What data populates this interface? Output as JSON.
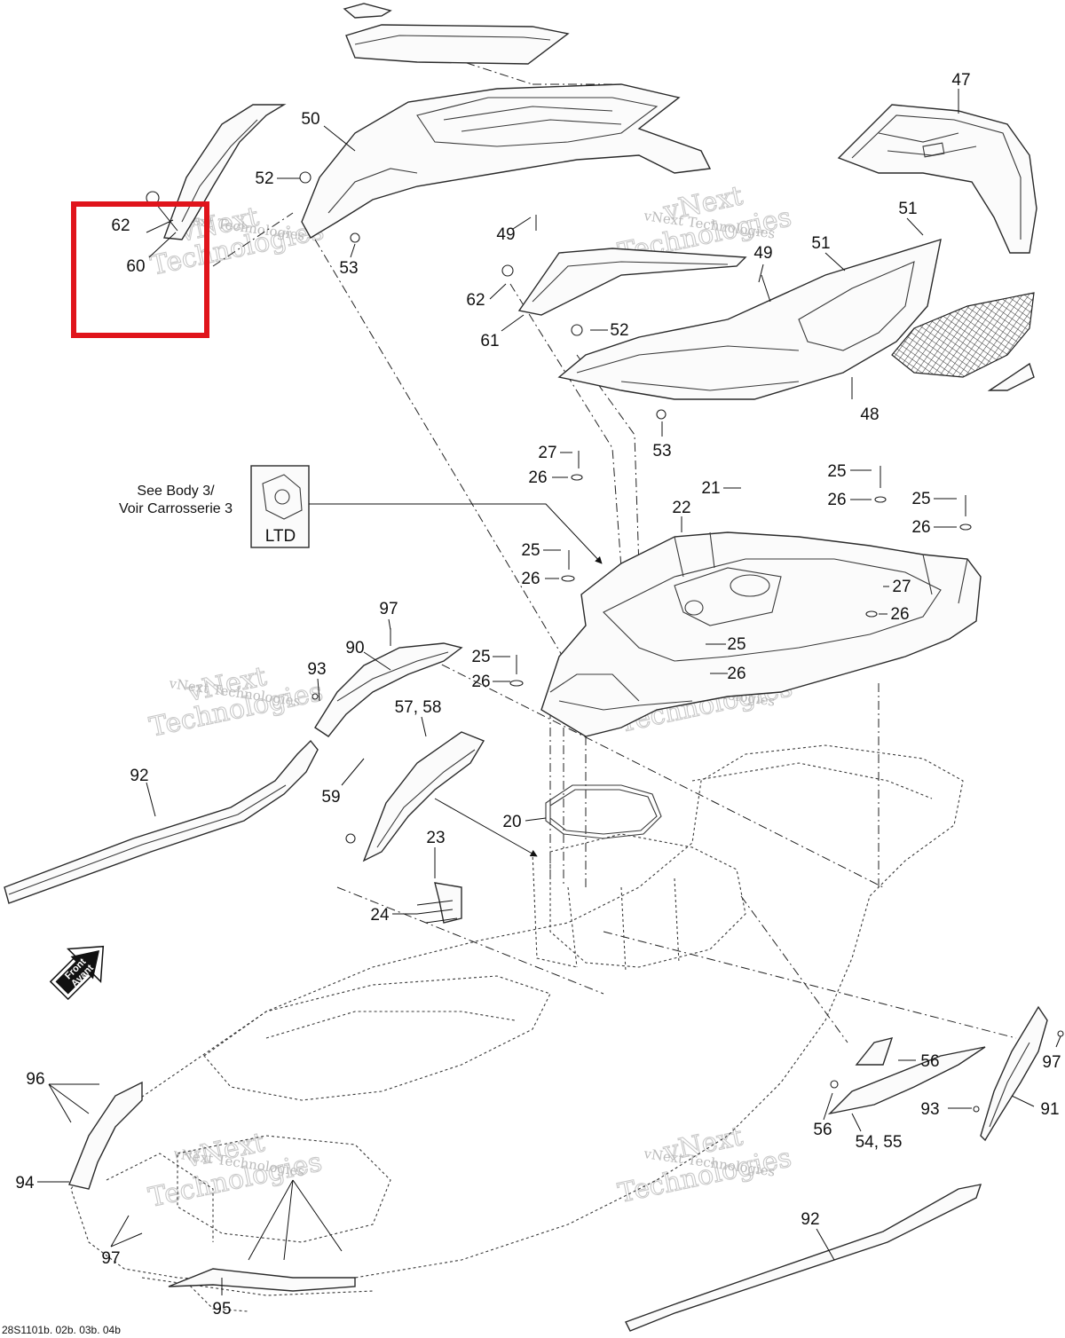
{
  "callouts": [
    {
      "id": "c47",
      "text": "47"
    },
    {
      "id": "c50",
      "text": "50"
    },
    {
      "id": "c52a",
      "text": "52"
    },
    {
      "id": "c62a",
      "text": "62"
    },
    {
      "id": "c60",
      "text": "60"
    },
    {
      "id": "c53a",
      "text": "53"
    },
    {
      "id": "c49a",
      "text": "49"
    },
    {
      "id": "c51a",
      "text": "51"
    },
    {
      "id": "c51b",
      "text": "51"
    },
    {
      "id": "c49b",
      "text": "49"
    },
    {
      "id": "c62b",
      "text": "62"
    },
    {
      "id": "c61",
      "text": "61"
    },
    {
      "id": "c52b",
      "text": "52"
    },
    {
      "id": "c48",
      "text": "48"
    },
    {
      "id": "c53b",
      "text": "53"
    },
    {
      "id": "c27a",
      "text": "27"
    },
    {
      "id": "c26a",
      "text": "26"
    },
    {
      "id": "c25a",
      "text": "25"
    },
    {
      "id": "c26b",
      "text": "26"
    },
    {
      "id": "c21",
      "text": "21"
    },
    {
      "id": "c22",
      "text": "22"
    },
    {
      "id": "c25b",
      "text": "25"
    },
    {
      "id": "c26c",
      "text": "26"
    },
    {
      "id": "c25c",
      "text": "25"
    },
    {
      "id": "c26d",
      "text": "26"
    },
    {
      "id": "c27b",
      "text": "27"
    },
    {
      "id": "c26e",
      "text": "26"
    },
    {
      "id": "c25d",
      "text": "25"
    },
    {
      "id": "c26f",
      "text": "26"
    },
    {
      "id": "c25e",
      "text": "25"
    },
    {
      "id": "c26g",
      "text": "26"
    },
    {
      "id": "c97a",
      "text": "97"
    },
    {
      "id": "c90",
      "text": "90"
    },
    {
      "id": "c93a",
      "text": "93"
    },
    {
      "id": "c57",
      "text": "57, 58"
    },
    {
      "id": "c92a",
      "text": "92"
    },
    {
      "id": "c59",
      "text": "59"
    },
    {
      "id": "c20",
      "text": "20"
    },
    {
      "id": "c23",
      "text": "23"
    },
    {
      "id": "c24",
      "text": "24"
    },
    {
      "id": "c96",
      "text": "96"
    },
    {
      "id": "c94",
      "text": "94"
    },
    {
      "id": "c97b",
      "text": "97"
    },
    {
      "id": "c95",
      "text": "95"
    },
    {
      "id": "c56a",
      "text": "56"
    },
    {
      "id": "c56b",
      "text": "56"
    },
    {
      "id": "c54",
      "text": "54, 55"
    },
    {
      "id": "c93b",
      "text": "93"
    },
    {
      "id": "c91",
      "text": "91"
    },
    {
      "id": "c97c",
      "text": "97"
    },
    {
      "id": "c92b",
      "text": "92"
    }
  ],
  "reference": {
    "line1": "See Body 3/",
    "line2": "Voir Carrosserie 3",
    "badge": "LTD"
  },
  "front_arrow": {
    "line1": "Front",
    "line2": "Avant"
  },
  "watermark": {
    "word1": "vNext",
    "word2": "Technologies",
    "small": "vNext Technologies"
  },
  "drawing_code": "28S1101b. 02b. 03b. 04b",
  "colors": {
    "highlight": "#e0141b",
    "line": "#2a2a2a",
    "watermark": "#c9c9c9"
  }
}
